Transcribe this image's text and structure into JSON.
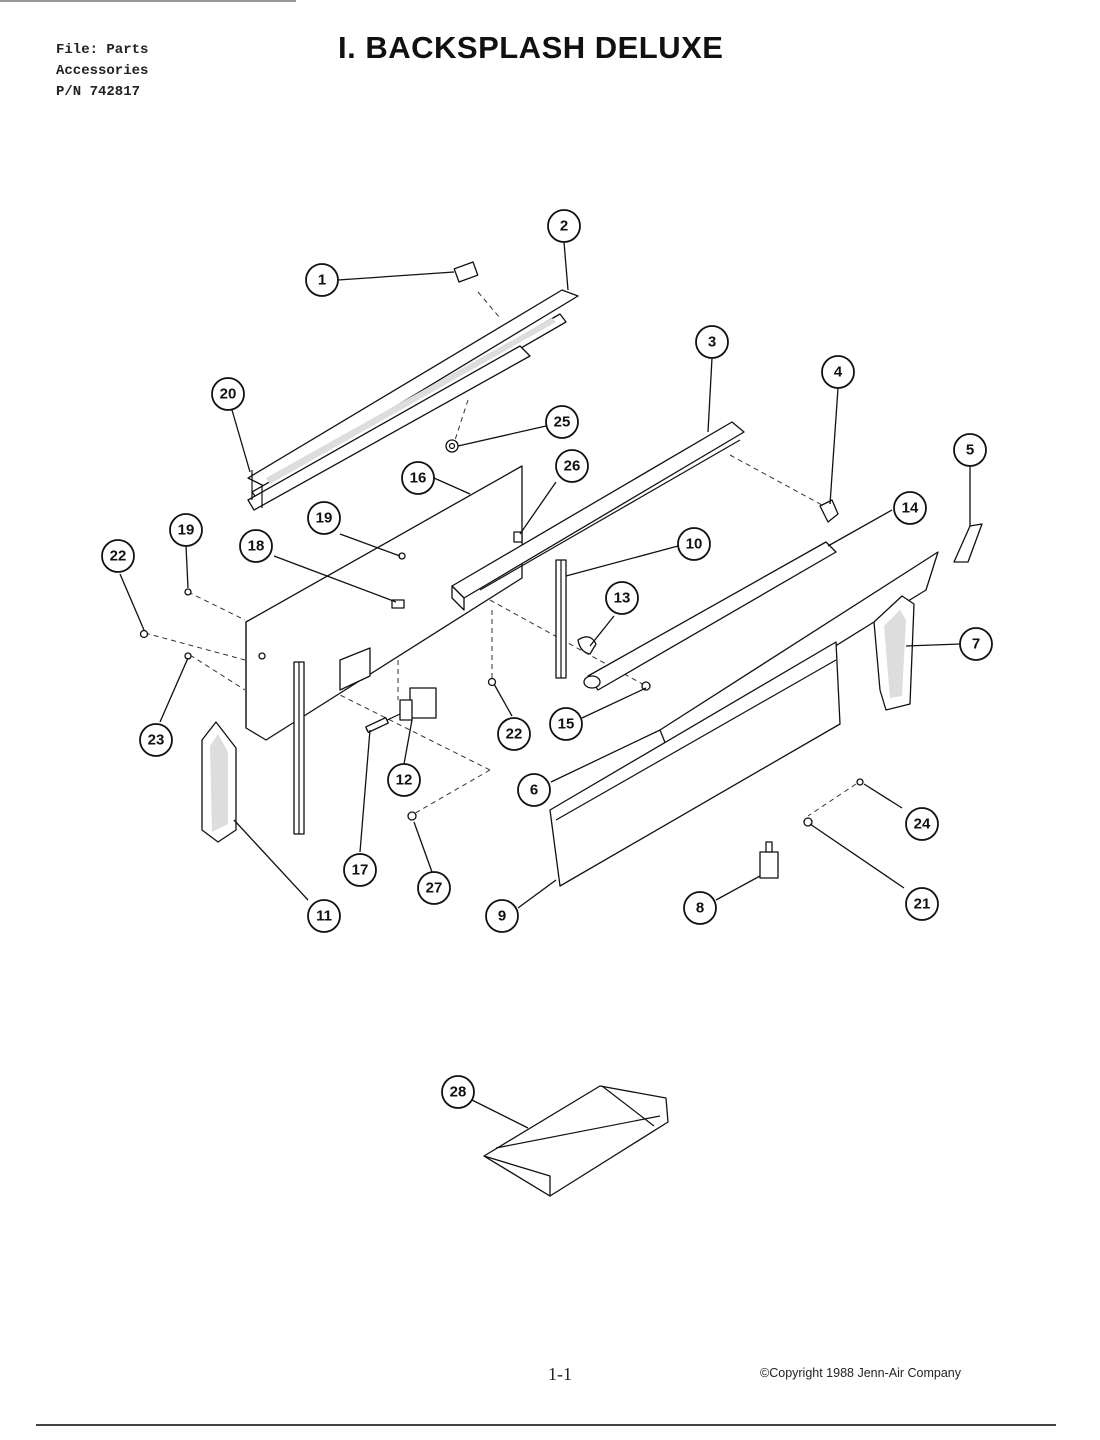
{
  "header": {
    "file_line1": "File: Parts",
    "file_line2": "Accessories",
    "file_line3": "P/N 742817",
    "title": "I. BACKSPLASH DELUXE"
  },
  "diagram": {
    "callouts": [
      "1",
      "2",
      "3",
      "4",
      "5",
      "6",
      "7",
      "8",
      "9",
      "10",
      "11",
      "12",
      "13",
      "14",
      "15",
      "16",
      "17",
      "18",
      "19",
      "19",
      "20",
      "21",
      "22",
      "22",
      "23",
      "24",
      "25",
      "26",
      "27",
      "28"
    ]
  },
  "footer": {
    "page_number": "1-1",
    "copyright": "©Copyright 1988 Jenn-Air Company"
  }
}
